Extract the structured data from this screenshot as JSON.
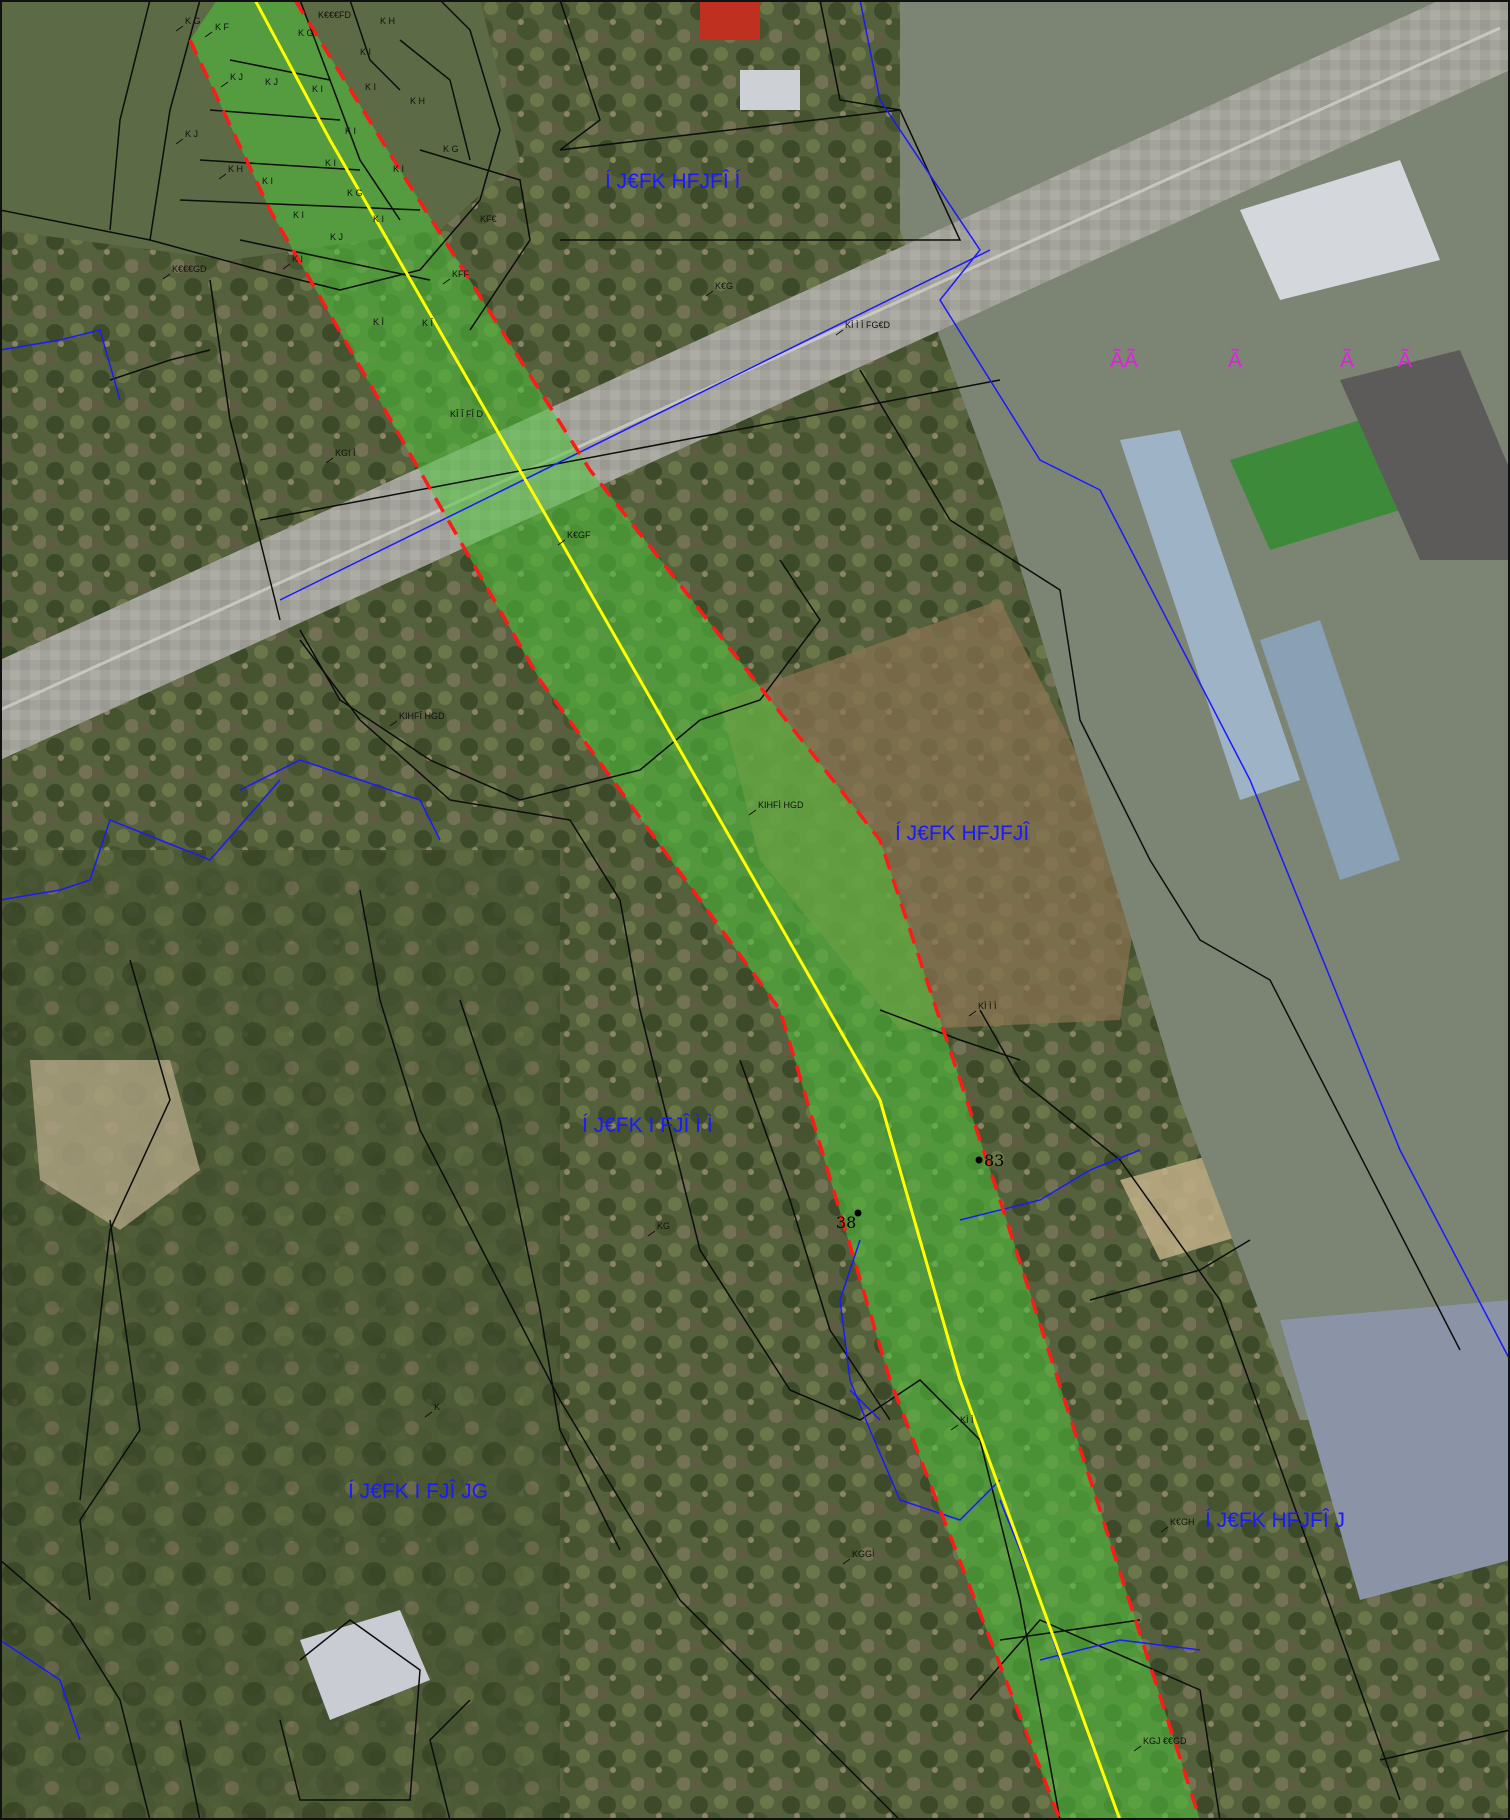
{
  "colors": {
    "corridor": "#4fc43a",
    "axis": "#ffff00",
    "boundary": "#ff1a1a",
    "cadastral": "#0d0d0d",
    "quarter": "#1a1aff",
    "label_blue": "#1a1aff",
    "label_magenta": "#e020e0"
  },
  "quarter_labels": [
    "Í J€FK HFJFÎ Í",
    "Í J€FK HFJFJÎ",
    "Í J€FK I FJÎ Ì Ì",
    "Í J€FK I FJÎ JG",
    "Í J€FK HFJFÎ J"
  ],
  "parcel_labels": [
    "K G",
    "K F",
    "K€€€FD",
    "K H",
    "K G",
    "K I",
    "K J",
    "K J",
    "K I",
    "K H",
    "K I",
    "K J",
    "K I",
    "K G",
    "K H",
    "K I",
    "K I",
    "K I",
    "K G",
    "K I",
    "KF€",
    "K I",
    "K J",
    "K€€€GD",
    "KFF",
    "K I",
    "K Ì",
    "K Î",
    "KÎ Î FÎ D",
    "K€G",
    "KGI Ì",
    "KÌ Ì Ì FG€D",
    "K€GF",
    "KIHFÎ HGD",
    "KIHFÌ HGD",
    "KÌ Ì Ì",
    "KG",
    "K",
    "KÌ Ì",
    "K€GH",
    "KGGÌ",
    "KGJ €€GD"
  ],
  "magenta_labels": [
    "ÃÃ",
    "Ã",
    "Ã",
    "Ã"
  ],
  "point_labels": [
    "83",
    "38"
  ]
}
